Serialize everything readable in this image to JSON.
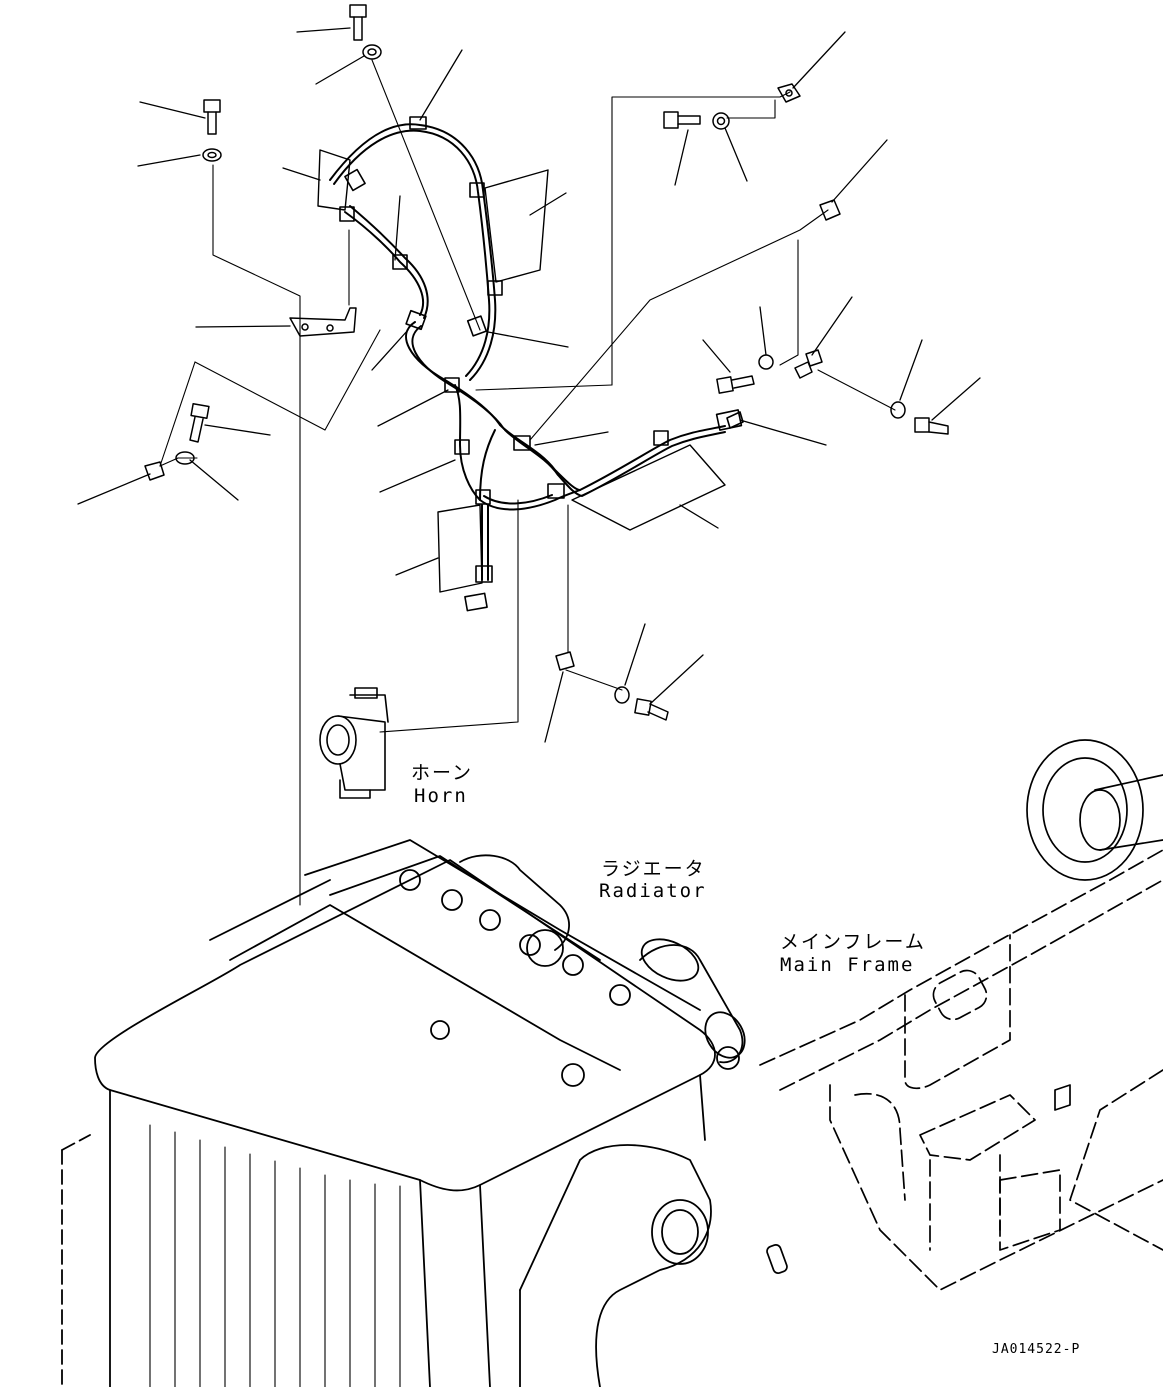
{
  "labels": {
    "horn_jp": "ホーン",
    "horn_en": "Horn",
    "radiator_jp": "ラジエータ",
    "radiator_en": "Radiator",
    "main_frame_jp": "メインフレーム",
    "main_frame_en": "Main Frame"
  },
  "drawing_code": "JA014522-P",
  "colors": {
    "ink": "#000000",
    "paper": "#ffffff"
  }
}
